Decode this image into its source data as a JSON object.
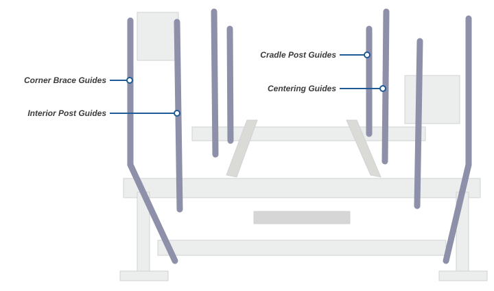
{
  "labels": {
    "corner_brace": "Corner Brace Guides",
    "interior_post": "Interior Post Guides",
    "cradle_post": "Cradle Post Guides",
    "centering": "Centering Guides"
  },
  "colors": {
    "callout": "#1d5a96",
    "guide": "#8e8fa8",
    "frame": "#dcdedf",
    "text": "#3a3a3a"
  }
}
